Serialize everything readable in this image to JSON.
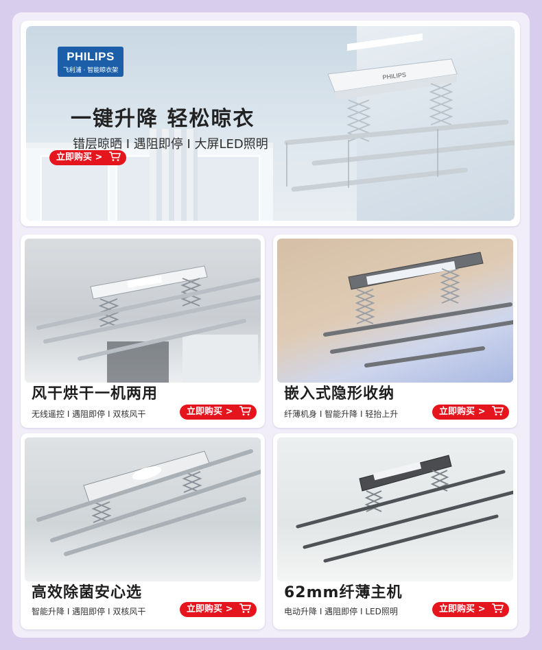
{
  "brand": {
    "name": "PHILIPS",
    "subtitle": "飞利浦 · 智能晾衣架"
  },
  "hero": {
    "title": "一键升降 轻松晾衣",
    "subtitle": "错层晾晒 I 遇阻即停 I 大屏LED照明",
    "cta": "立即购买 >"
  },
  "products": [
    {
      "title": "风干烘干一机两用",
      "features": "无线遥控 I 遇阻即停 I 双核风干",
      "cta": "立即购买 >"
    },
    {
      "title": "嵌入式隐形收纳",
      "features": "纤薄机身 I 智能升降 I 轻抬上升",
      "cta": "立即购买 >"
    },
    {
      "title": "高效除菌安心选",
      "features": "智能升降 I 遇阻即停 I 双核风干",
      "cta": "立即购买 >"
    },
    {
      "title": "62mm纤薄主机",
      "features": "电动升降 I 遇阻即停 I LED照明",
      "cta": "立即购买 >"
    }
  ],
  "colors": {
    "accent": "#e5151d",
    "brand": "#1c5fa8",
    "page_bg": "#d9cdee"
  },
  "icons": {
    "cart": "shopping-cart-icon"
  }
}
